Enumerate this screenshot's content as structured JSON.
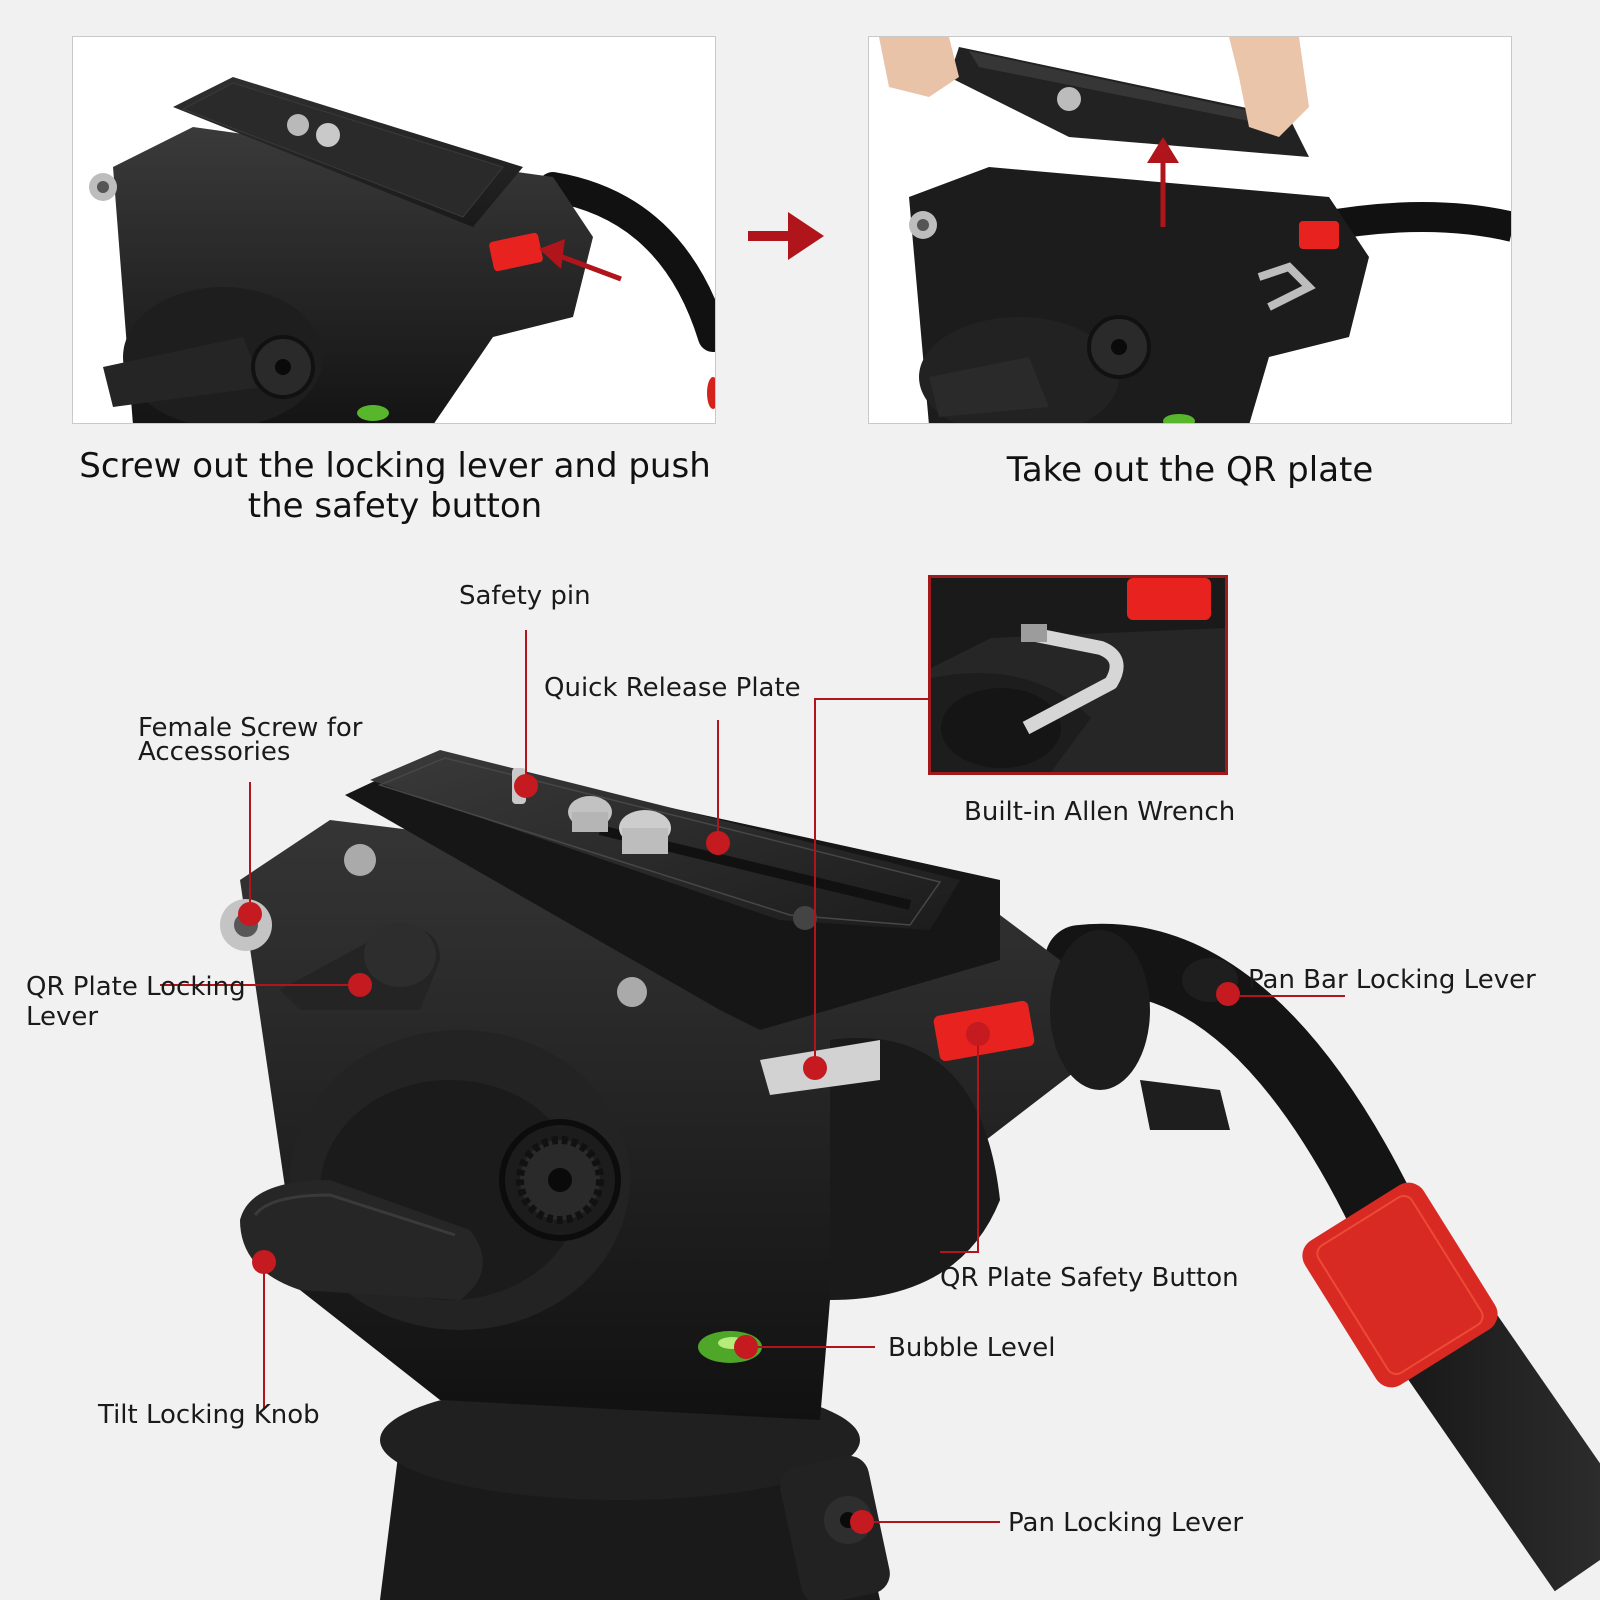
{
  "captions": {
    "step_one": "Screw out the locking lever and push the safety button",
    "step_two": "Take out the QR plate"
  },
  "labels": {
    "safety_pin": "Safety pin",
    "quick_release_plate": "Quick Release Plate",
    "female_screw": "Female Screw for Accessories",
    "qr_plate_locking_lever": "QR Plate Locking Lever",
    "pan_bar_locking_lever": "Pan Bar Locking Lever",
    "built_in_allen_wrench": "Built-in Allen Wrench",
    "qr_plate_safety_button": "QR Plate Safety Button",
    "bubble_level": "Bubble Level",
    "tilt_locking_knob": "Tilt Locking Knob",
    "pan_locking_lever": "Pan Locking Lever"
  },
  "colors": {
    "background": "#f1f1f1",
    "accent_red": "#b0151b",
    "callout_dot": "#c41a20",
    "safety_button_red": "#e8231f",
    "body_black": "#1b1b1b"
  },
  "icons": [
    "right-arrow-icon",
    "up-arrow-icon"
  ]
}
